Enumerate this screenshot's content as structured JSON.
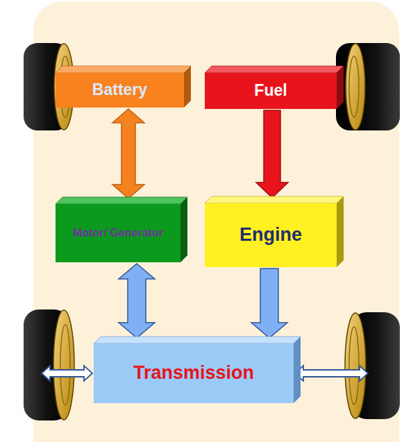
{
  "diagram": {
    "nodes": [
      {
        "text": [
          "Battery"
        ]
      },
      {
        "text": [
          "Fuel"
        ]
      },
      {
        "text": [
          "Motor/ Generator"
        ]
      },
      {
        "text": [
          "Engine"
        ]
      },
      {
        "text": [
          "Transmission"
        ]
      }
    ],
    "edges": [
      {
        "from": 0,
        "to": 2,
        "arrow": "both"
      },
      {
        "from": 1,
        "to": 3,
        "arrow": "to"
      },
      {
        "from": 2,
        "to": 4,
        "arrow": "both"
      },
      {
        "from": 3,
        "to": 4,
        "arrow": "to"
      }
    ]
  }
}
